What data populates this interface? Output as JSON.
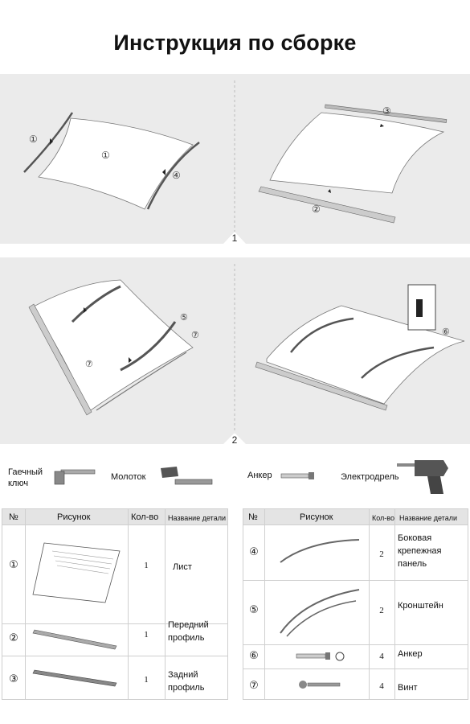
{
  "title": "Инструкция по сборке",
  "steps": [
    "1",
    "2"
  ],
  "callouts": {
    "c1": "①",
    "c2": "②",
    "c3": "③",
    "c4": "④",
    "c5": "⑤",
    "c6": "⑥",
    "c7": "⑦"
  },
  "tools": {
    "wrench": "Гаечный ключ",
    "hammer": "Молоток",
    "anchor": "Анкер",
    "drill": "Электродрель"
  },
  "table": {
    "headers": {
      "num": "№",
      "picture": "Рисунок",
      "qty": "Кол-во",
      "name": "Название детали"
    },
    "left_rows": [
      {
        "num": "①",
        "qty": "1",
        "name": "Лист"
      },
      {
        "num": "②",
        "qty": "1",
        "name": "Передний профиль"
      },
      {
        "num": "③",
        "qty": "1",
        "name": "Задний профиль"
      }
    ],
    "right_rows": [
      {
        "num": "④",
        "qty": "2",
        "name": "Боковая крепежная панель"
      },
      {
        "num": "⑤",
        "qty": "2",
        "name": "Кронштейн"
      },
      {
        "num": "⑥",
        "qty": "4",
        "name": "Анкер"
      },
      {
        "num": "⑦",
        "qty": "4",
        "name": "Винт"
      }
    ]
  }
}
